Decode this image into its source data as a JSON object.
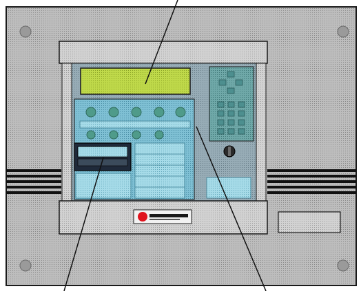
{
  "figure": {
    "kind": "control-panel-illustration",
    "has_callout_lines": true,
    "callout_count": 3
  },
  "panel": {
    "colors": {
      "enclosure": "#b9b9b9",
      "enclosure_dots": "#8f8f8f",
      "outline": "#1a1a1a",
      "lcd": "#b8d23a",
      "keypad": "#6fa6a6",
      "module_area": "#7bbcd0",
      "module_light": "#9ed6e4",
      "cover": "#c8c8c8",
      "logo_red": "#e0141e",
      "screw": "#9a9a9a",
      "cable": "#111111"
    },
    "logo": {
      "brand_text": "",
      "icon": "red-circle-logo-icon"
    },
    "screws": [
      "top-left",
      "top-right",
      "bottom-left",
      "bottom-right"
    ]
  }
}
